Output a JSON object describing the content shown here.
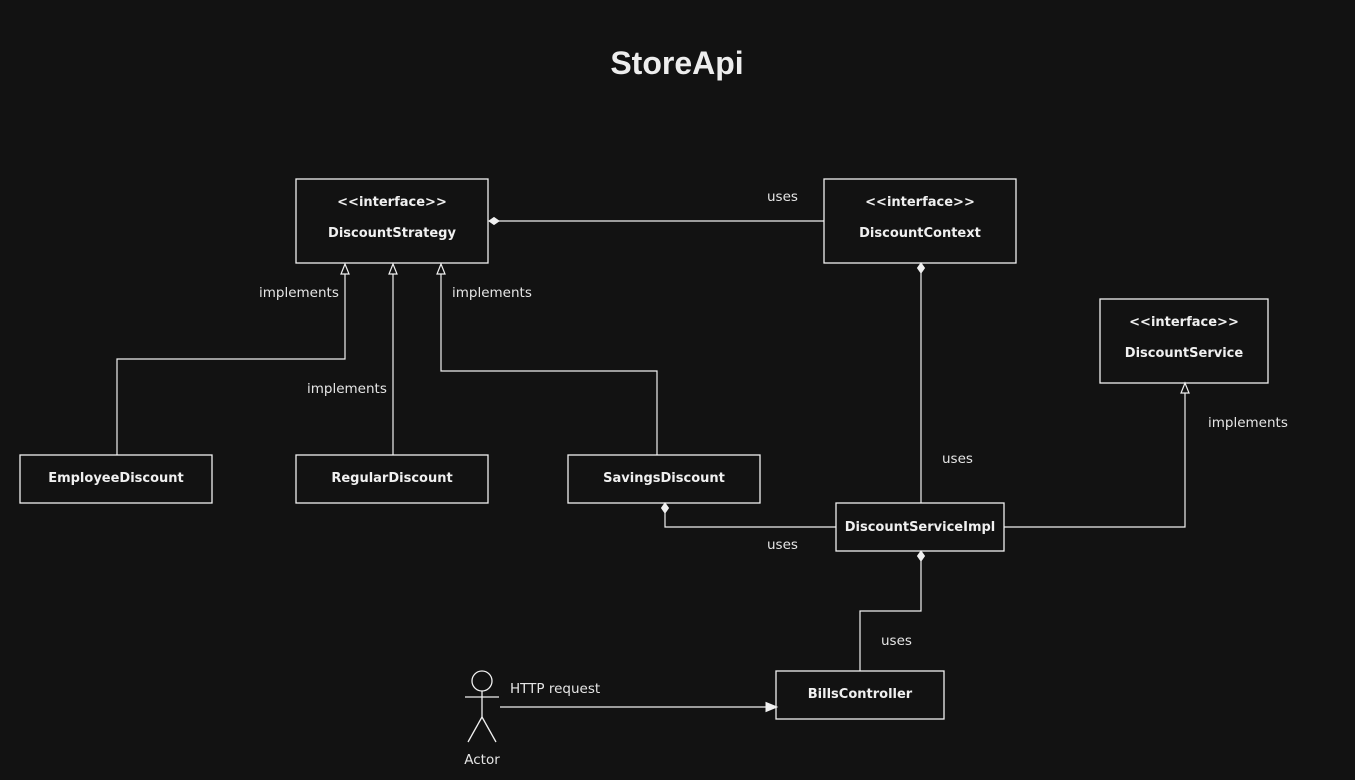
{
  "title": "StoreApi",
  "nodes": {
    "discount_strategy": {
      "stereotype": "<<interface>>",
      "name": "DiscountStrategy"
    },
    "discount_context": {
      "stereotype": "<<interface>>",
      "name": "DiscountContext"
    },
    "discount_service": {
      "stereotype": "<<interface>>",
      "name": "DiscountService"
    },
    "employee_discount": {
      "name": "EmployeeDiscount"
    },
    "regular_discount": {
      "name": "RegularDiscount"
    },
    "savings_discount": {
      "name": "SavingsDiscount"
    },
    "discount_service_impl": {
      "name": "DiscountServiceImpl"
    },
    "bills_controller": {
      "name": "BillsController"
    }
  },
  "actor": {
    "label": "Actor"
  },
  "edges": {
    "context_uses_strategy": "uses",
    "employee_implements": "implements",
    "regular_implements": "implements",
    "savings_implements": "implements",
    "impl_implements_service": "implements",
    "impl_uses_context": "uses",
    "impl_uses_savings": "uses",
    "controller_uses_impl": "uses",
    "actor_request": "HTTP request"
  },
  "colors": {
    "background": "#121212",
    "stroke": "#f0f0f0",
    "text": "#e6e6e6"
  }
}
